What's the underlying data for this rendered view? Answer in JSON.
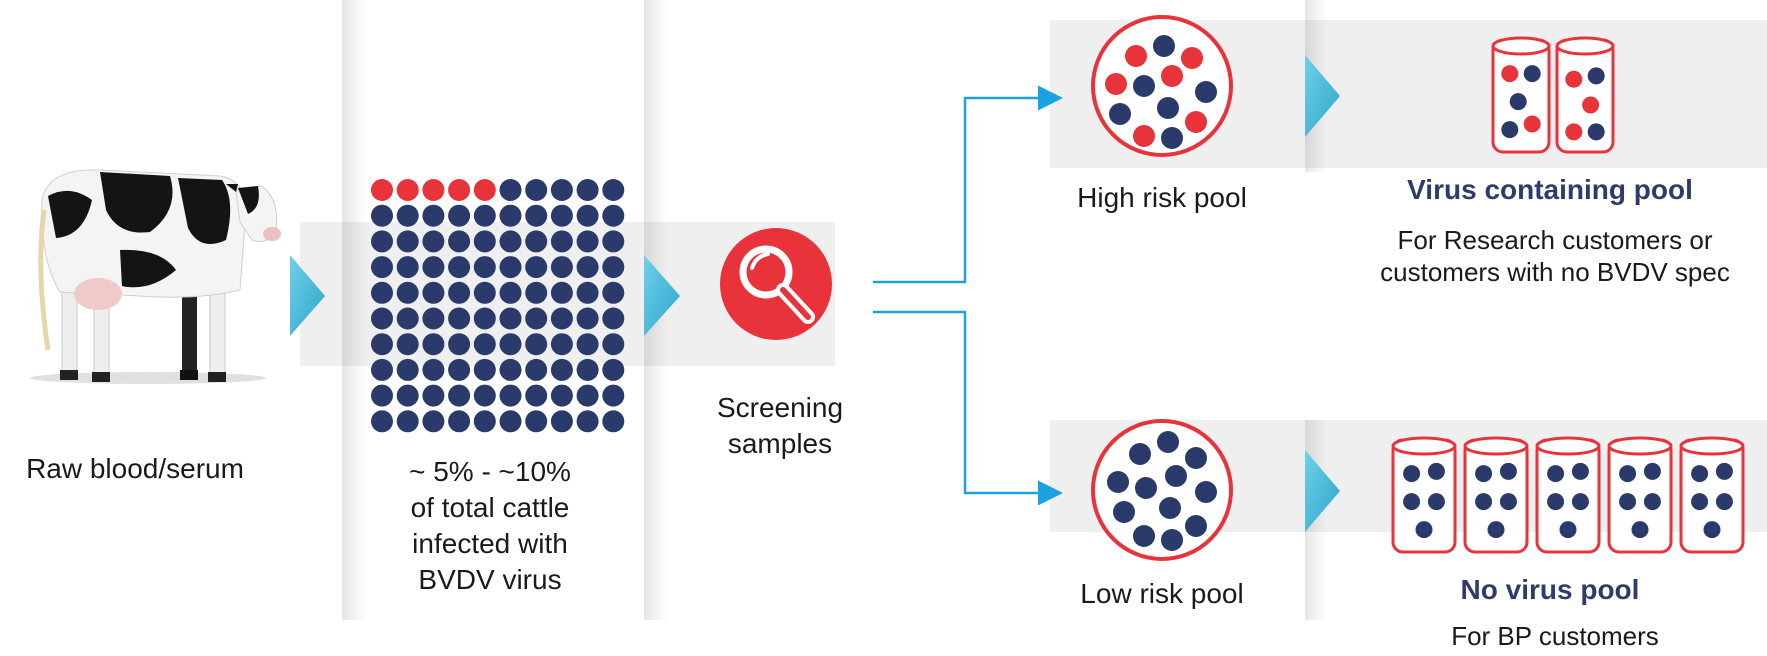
{
  "diagram": {
    "colors": {
      "infected": "#e8333a",
      "healthy": "#2a3a6b",
      "arrow_cyan": "#1aa3e0",
      "chevron": "#3cb8d8",
      "band": "#efefef"
    },
    "stages": {
      "source": {
        "label": "Raw blood/serum",
        "icon": "cow-image"
      },
      "population": {
        "label_lines": [
          "~ 5% - ~10%",
          "of total cattle",
          "infected with",
          "BVDV virus"
        ],
        "grid_rows": 10,
        "grid_cols": 10,
        "infected_count": 5
      },
      "screening": {
        "label_lines": [
          "Screening",
          "samples"
        ],
        "icon": "magnifier-icon"
      }
    },
    "pools": {
      "high": {
        "label": "High risk pool",
        "title": "Virus containing pool",
        "desc_lines": [
          "For Research customers or",
          "customers with no BVDV spec"
        ],
        "containers": 2
      },
      "low": {
        "label": "Low risk pool",
        "title": "No virus pool",
        "desc_lines": [
          "For BP customers"
        ],
        "containers": 5
      }
    }
  }
}
